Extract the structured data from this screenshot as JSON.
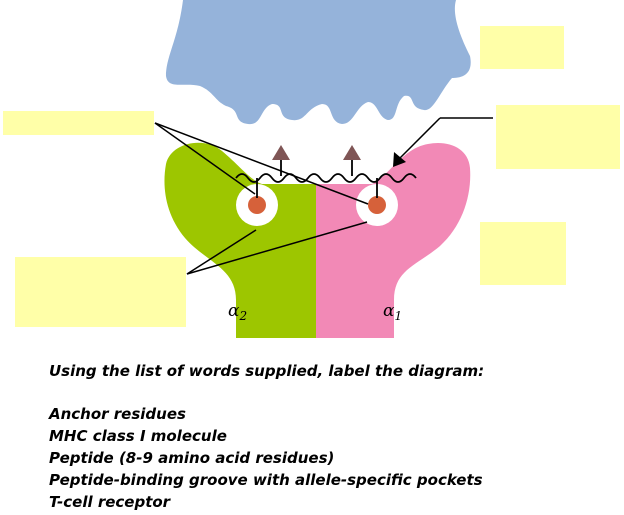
{
  "diagram": {
    "chain_labels": [
      {
        "symbol": "α",
        "subscript": "2"
      },
      {
        "symbol": "α",
        "subscript": "1"
      }
    ],
    "blank_labels": [
      "",
      "",
      "",
      "",
      ""
    ]
  },
  "instructions": {
    "prompt": "Using the list of words supplied, label the diagram:",
    "word_list": [
      "Anchor residues",
      "MHC class I molecule",
      "Peptide (8-9 amino acid residues)",
      "Peptide-binding groove with allele-specific pockets",
      "T-cell receptor"
    ]
  },
  "colors": {
    "t_cell_receptor": "#95b3da",
    "alpha2_domain": "#9dc600",
    "alpha1_domain": "#f289b6",
    "anchor_residue": "#d6613a",
    "peptide_side_arrow": "#7f5555",
    "label_box": "#ffffa8"
  },
  "icons": [
    "t-cell-receptor-shape",
    "mhc-alpha2-domain",
    "mhc-alpha1-domain",
    "peptide-chain",
    "anchor-residue-dot",
    "up-arrow"
  ]
}
